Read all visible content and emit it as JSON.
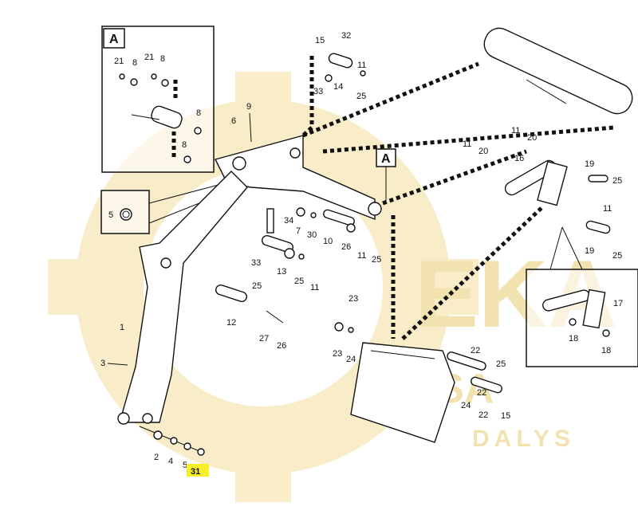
{
  "colors": {
    "watermark": "#f6e7bd",
    "highlight": "#f7ef2a",
    "ink": "#111111"
  },
  "watermark": {
    "brand_big": "EKA",
    "brand_small": "EKSA",
    "subtitle": "DALYS"
  },
  "callouts": {
    "inset_a_top": "A",
    "inset_a_main": "A",
    "highlighted_part": "31"
  },
  "labels": {
    "a8a": "8",
    "a21a": "21",
    "a8b": "8",
    "a21b": "21",
    "a8c": "8",
    "a8d": "8",
    "p15a": "15",
    "p32": "32",
    "p11a": "11",
    "p33a": "33",
    "p14": "14",
    "p25a": "25",
    "p9": "9",
    "p6": "6",
    "p5": "5",
    "p34": "34",
    "p7": "7",
    "p30": "30",
    "p10": "10",
    "p26a": "26",
    "p11b": "11",
    "p25b": "25",
    "p13": "13",
    "p33b": "33",
    "p25c": "25",
    "p11c": "11",
    "p25d": "25",
    "p12": "12",
    "p27": "27",
    "p26b": "26",
    "p1": "1",
    "p3": "3",
    "p2": "2",
    "p4": "4",
    "p5b": "5",
    "p23a": "23",
    "p23b": "23",
    "p24a": "24",
    "p22a": "22",
    "p25e": "25",
    "p22b": "22",
    "p24b": "24",
    "p22c": "22",
    "p15b": "15",
    "p11d": "11",
    "p20a": "20",
    "p11e": "11",
    "p20b": "20",
    "p16": "16",
    "p19a": "19",
    "p25f": "25",
    "p11f": "11",
    "p19b": "19",
    "p25g": "25",
    "p17": "17",
    "p18a": "18",
    "p18b": "18"
  }
}
